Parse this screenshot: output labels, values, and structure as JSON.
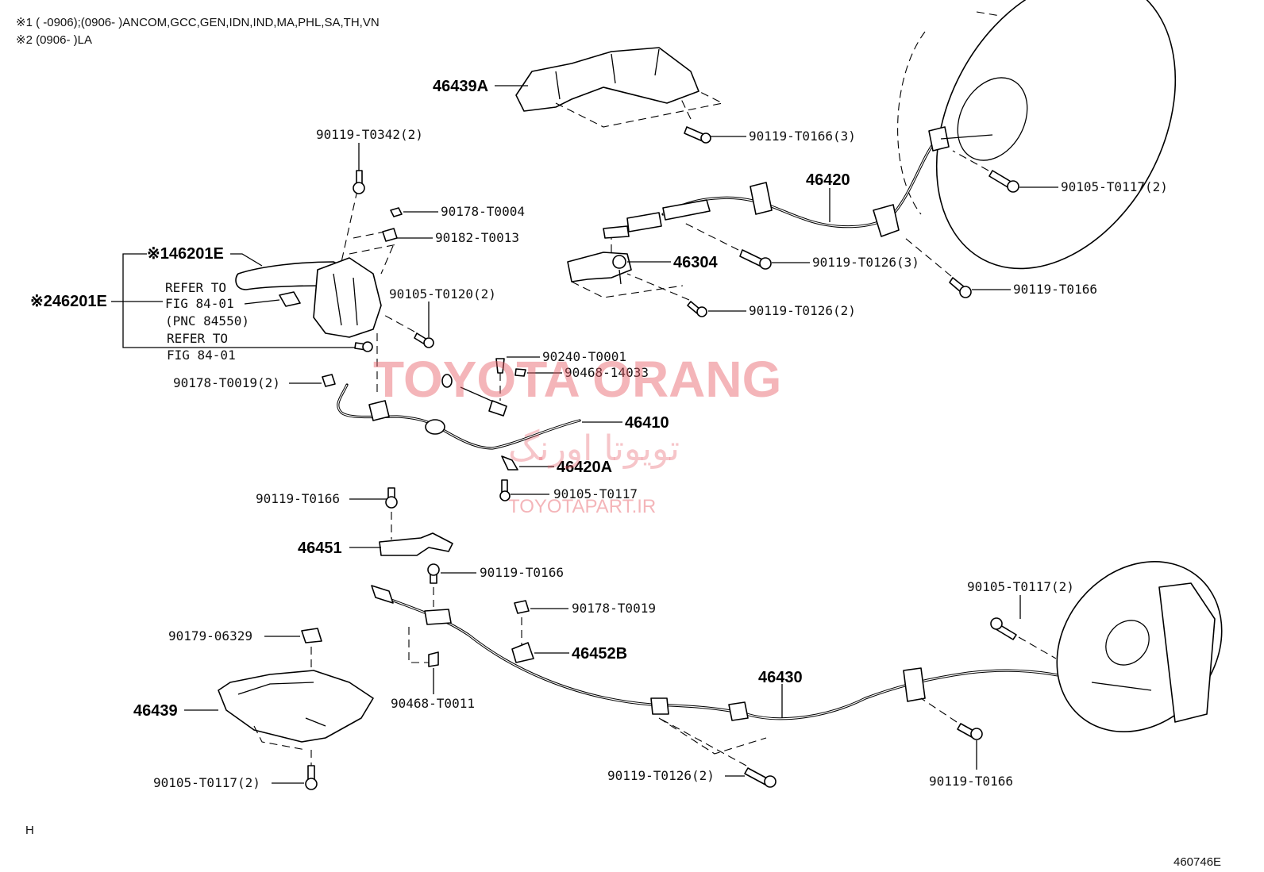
{
  "notes": {
    "n1": "※1 (        -0906);(0906-        )ANCOM,GCC,GEN,IDN,IND,MA,PHL,SA,TH,VN",
    "n2": "※2 (0906-        )LA"
  },
  "labels": {
    "p46439A": "46439A",
    "p90119T0166_3": "90119-T0166(3)",
    "p90119T0342_2": "90119-T0342(2)",
    "p90178T0004": "90178-T0004",
    "p90182T0013": "90182-T0013",
    "p46201E_1": "※146201E",
    "p46201E_2": "※246201E",
    "refer1a": "REFER TO",
    "refer1b": "FIG 84-01",
    "refer1c": "(PNC 84550)",
    "refer2a": "REFER TO",
    "refer2b": "FIG 84-01",
    "p90105T0120_2": "90105-T0120(2)",
    "p46420": "46420",
    "p90105T0117_2_top": "90105-T0117(2)",
    "p46304": "46304",
    "p90119T0126_3": "90119-T0126(3)",
    "p90119T0166_top": "90119-T0166",
    "p90119T0126_2_top": "90119-T0126(2)",
    "p90240T0001": "90240-T0001",
    "p90468_14033": "90468-14033",
    "p90178T0019_2": "90178-T0019(2)",
    "p46410": "46410",
    "p46420A": "46420A",
    "p90105T0117": "90105-T0117",
    "p90119T0166_mid": "90119-T0166",
    "p46451": "46451",
    "p90119T0166_mid2": "90119-T0166",
    "p90178T0019": "90178-T0019",
    "p46452B": "46452B",
    "p90179_06329": "90179-06329",
    "p90468T0011": "90468-T0011",
    "p46439": "46439",
    "p90105T0117_2_bot": "90105-T0117(2)",
    "p90105T0117_2_right": "90105-T0117(2)",
    "p46430": "46430",
    "p90119T0126_2_bot": "90119-T0126(2)",
    "p90119T0166_bot": "90119-T0166"
  },
  "watermark": {
    "brand": "TOYOTA ORANG",
    "arabic": "تویوتا اورنگ",
    "url": "TOYOTAPART.IR"
  },
  "footer": {
    "left_mark": "H",
    "figure_id": "460746E"
  }
}
